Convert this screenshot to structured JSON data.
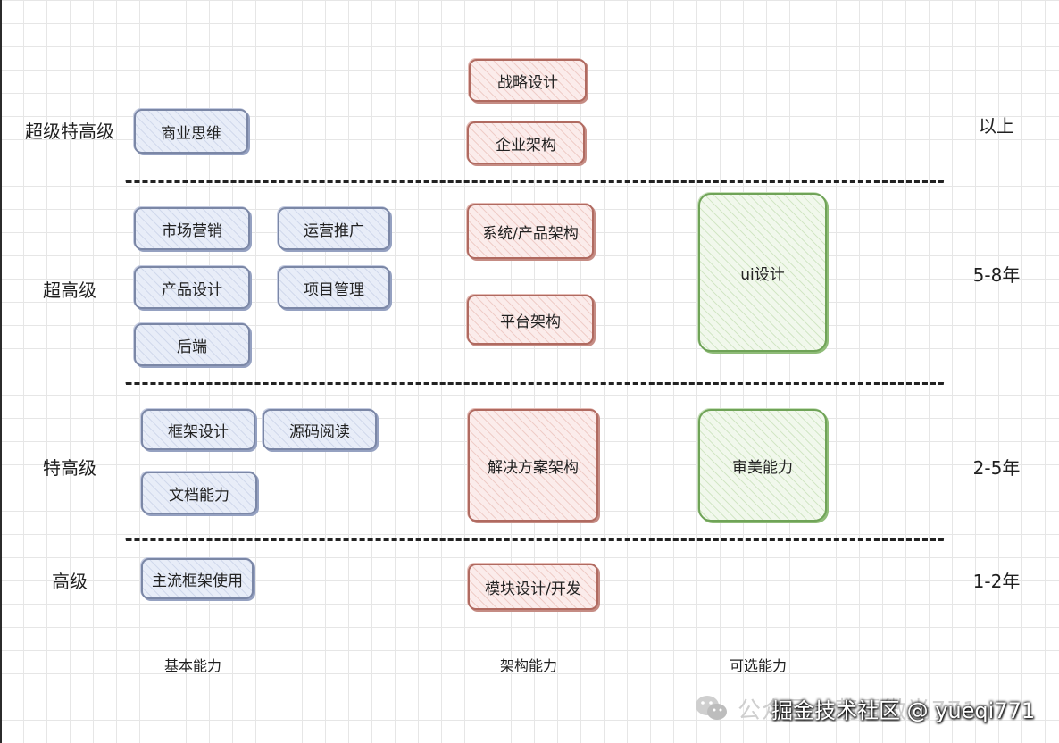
{
  "levels": {
    "l1": "超级特高级",
    "l2": "超高级",
    "l3": "特高级",
    "l4": "高级"
  },
  "years": {
    "y1": "以上",
    "y2": "5-8年",
    "y3": "2-5年",
    "y4": "1-2年"
  },
  "columns": {
    "basic": "基本能力",
    "arch": "架构能力",
    "optional": "可选能力"
  },
  "boxes": {
    "biz_thinking": "商业思维",
    "marketing": "市场营销",
    "operation": "运营推广",
    "product_design": "产品设计",
    "project_mgmt": "项目管理",
    "backend": "后端",
    "framework_design": "框架设计",
    "source_reading": "源码阅读",
    "doc_ability": "文档能力",
    "mainstream_frameworks": "主流框架使用",
    "strategy_design": "战略设计",
    "enterprise_arch": "企业架构",
    "system_product_arch": "系统/产品架构",
    "platform_arch": "平台架构",
    "solution_arch": "解决方案架构",
    "module_dev": "模块设计/开发",
    "ui_design": "ui设计",
    "aesthetic": "审美能力"
  },
  "watermark": {
    "faded": "公众号 · 萌雷微光771",
    "main": "掘金技术社区 @ yueqi771"
  },
  "colors": {
    "blue_border": "#7b87a6",
    "red_border": "#b06a60",
    "green_border": "#6fa357"
  }
}
